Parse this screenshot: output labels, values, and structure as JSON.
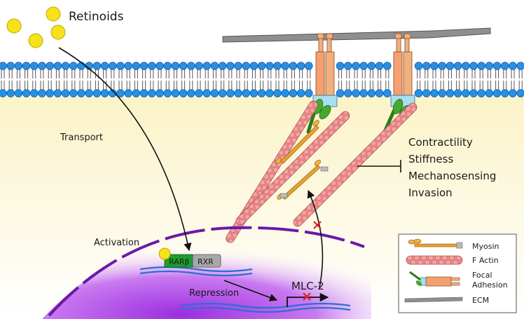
{
  "labels": {
    "retinoids": "Retinoids",
    "transport": "Transport",
    "activation": "Activation",
    "repression": "Repression",
    "mlc2": "MLC-2",
    "rar_beta": "RARβ",
    "rxr": "RXR"
  },
  "effects": [
    "Contractility",
    "Stiffness",
    "Mechanosensing",
    "Invasion"
  ],
  "legend": {
    "myosin": "Myosin",
    "f_actin": "F Actin",
    "focal_adhesion": "Focal\nAdhesion",
    "ecm": "ECM"
  },
  "colors": {
    "membrane_head": "#2a8fe0",
    "membrane_tail": "#555555",
    "cytoplasm": "#fdf8dc",
    "nucleus": "#b040e0",
    "nucleus_outline": "#6a1aa8",
    "retinoid": "#f5e21a",
    "rar": "#1e9e2e",
    "rxr": "#a0a0a0",
    "dna": "#2a6fd6",
    "actin": "#e08080",
    "myosin": "#e8a030",
    "integrin": "#f0a070",
    "focal_green": "#3c9a28",
    "ecm": "#8a8a8a",
    "inhibit_mark": "#e02020"
  }
}
